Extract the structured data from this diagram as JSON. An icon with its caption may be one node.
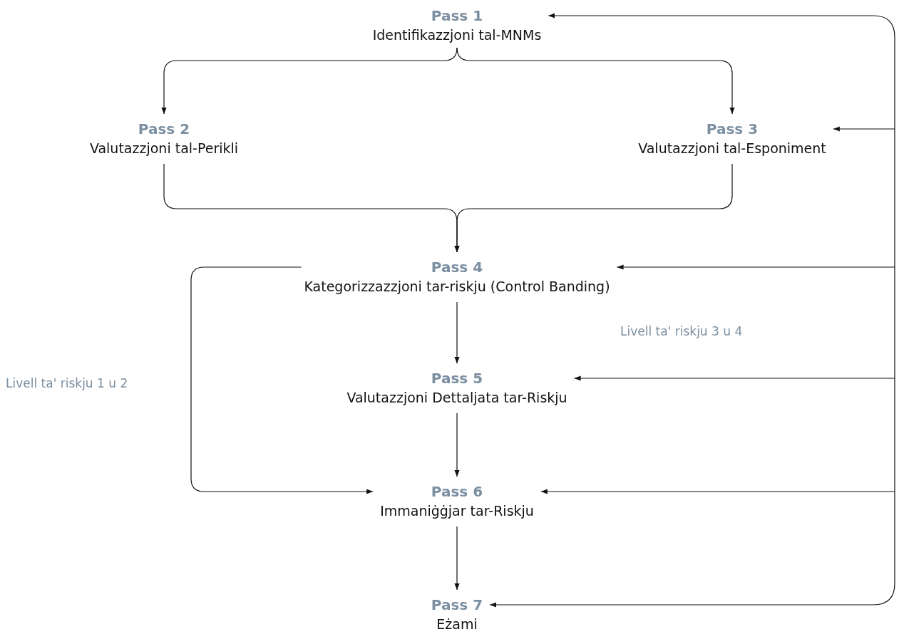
{
  "diagram": {
    "nodes": [
      {
        "text": [
          "Pass 1",
          "Identifikazzjoni tal-MNMs"
        ]
      },
      {
        "text": [
          "Pass 2",
          "Valutazzjoni tal-Perikli"
        ]
      },
      {
        "text": [
          "Pass 3",
          "Valutazzjoni tal-Esponiment"
        ]
      },
      {
        "text": [
          "Pass 4",
          "Kategorizzazzjoni tar-riskju (Control Banding)"
        ]
      },
      {
        "text": [
          "Pass 5",
          "Valutazzjoni Dettaljata tar-Riskju"
        ]
      },
      {
        "text": [
          "Pass 6",
          "Immaniġġjar tar-Riskju"
        ]
      },
      {
        "text": [
          "Pass 7",
          "Eżami"
        ]
      }
    ],
    "edges": [
      {
        "from": 0,
        "to": 1,
        "arrow": "to"
      },
      {
        "from": 0,
        "to": 2,
        "arrow": "to"
      },
      {
        "from": 1,
        "to": 3,
        "arrow": "to"
      },
      {
        "from": 2,
        "to": 3,
        "arrow": "to"
      },
      {
        "from": 3,
        "to": 4,
        "arrow": "to"
      },
      {
        "from": 4,
        "to": 5,
        "arrow": "to"
      },
      {
        "from": 5,
        "to": 6,
        "arrow": "to"
      },
      {
        "from": 3,
        "to": 5,
        "arrow": "to"
      },
      {
        "from": null,
        "to": 0,
        "arrow": "to"
      },
      {
        "from": null,
        "to": 2,
        "arrow": "to"
      },
      {
        "from": null,
        "to": 3,
        "arrow": "to"
      },
      {
        "from": null,
        "to": 4,
        "arrow": "to"
      },
      {
        "from": null,
        "to": 5,
        "arrow": "to"
      },
      {
        "from": null,
        "to": 6,
        "arrow": "to"
      }
    ],
    "labels": [
      "Livell ta' riskju 3 u 4",
      "Livell ta' riskju 1 u 2"
    ]
  }
}
